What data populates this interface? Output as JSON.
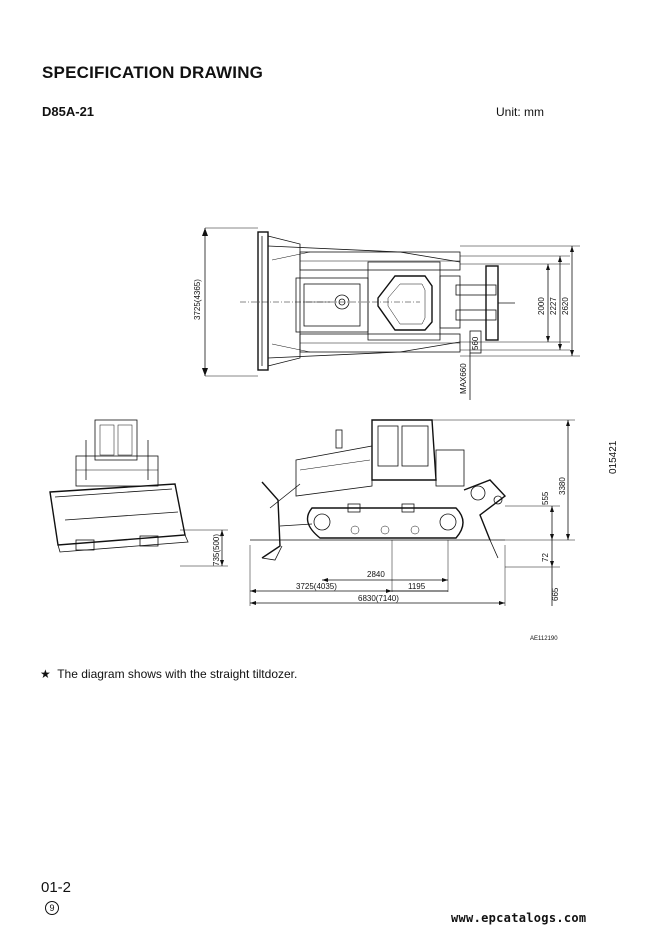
{
  "document": {
    "title": "SPECIFICATION DRAWING",
    "model": "D85A-21",
    "unit_label": "Unit:  mm",
    "note": "The diagram shows with the straight tiltdozer.",
    "note_marker": "★",
    "page_number": "01-2",
    "edition_mark": "9",
    "watermark": "www.epcatalogs.com",
    "drawing_code": "AE112190",
    "side_code": "015421"
  },
  "dimensions": {
    "top_view_height": "3725(4365)",
    "track_2000": "2000",
    "track_2227": "2227",
    "track_2620": "2620",
    "ripper_560": "560",
    "max_660": "MAX660",
    "blade_735": "735(500)",
    "height_555": "555",
    "height_3380": "3380",
    "dig_72": "72",
    "ripper_depth_665": "665",
    "len_2840": "2840",
    "len_3725": "3725(4035)",
    "len_1195": "1195",
    "len_6830": "6830(7140)"
  }
}
